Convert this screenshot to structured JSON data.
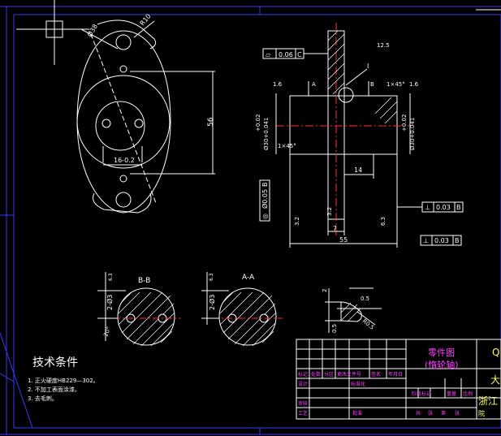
{
  "colors": {
    "background": "#000000",
    "border": "#3a3aff",
    "geometry": "#ffffff",
    "dimension": "#ffffff",
    "title_magenta": "#ff40ff",
    "title_yellow": "#ffff60",
    "centerline": "#ff3030"
  },
  "front_view": {
    "radius_label": "R10",
    "diameter_label": "Ø38",
    "height_dim": "56",
    "slot_dim": "16-0.2"
  },
  "side_view": {
    "flatness_box": [
      "▱",
      "0.06",
      "C"
    ],
    "roughness_top": "12.5",
    "roughness_left": "1.6",
    "roughness_right": "1.6",
    "section_letter_a": "A",
    "section_letter_b": "B",
    "detail_label": "I",
    "chamfer_right": "1×45°",
    "chamfer_left": "1×45°",
    "dia_left_tol": "+0.02",
    "dia_left": "Ø30+0.041",
    "dia_right_tol": "+0.02",
    "dia_right": "Ø30+0.041",
    "dim_14": "14",
    "dim_7": "7",
    "dim_55": "55",
    "coaxial_box": [
      "◎",
      "Ø0.05",
      "B"
    ],
    "perp_box_1": [
      "⊥",
      "0.03",
      "B"
    ],
    "perp_box_2": [
      "⊥",
      "0.03",
      "B"
    ],
    "roughness_6_3": "6.3",
    "roughness_3_2": "3.2",
    "roughness_3_2b": "3.2"
  },
  "sections": {
    "bb_label": "B-B",
    "aa_label": "A-A",
    "bb_hole_dim": "2-Ø3",
    "aa_hole_dim": "2-Ø3",
    "bb_angle": "20°",
    "roughness_bb": "6.3",
    "roughness_aa": "6.3"
  },
  "detail_view": {
    "dim_2": "2",
    "dim_0_5a": "0.5",
    "dim_0_5b": "0.5",
    "dim_r": "R0.5"
  },
  "tech_notes": {
    "title": "技术条件",
    "items": [
      "1. 正火硬度HB229—302。",
      "2. 不加工表面涂漆。",
      "3. 去毛刺。"
    ]
  },
  "title_block": {
    "part_label": "零件图",
    "part_name": "(惰轮轴)",
    "right_top": "Q",
    "right_mid": "大",
    "school": "浙江",
    "school2": "院",
    "row_labels": [
      "标记",
      "处数",
      "分区",
      "更改文件号",
      "签名",
      "年月日"
    ],
    "row2": [
      "设计",
      "标准化"
    ],
    "row3": [
      "阶段标记",
      "重量",
      "比例"
    ],
    "row4": [
      "审核"
    ],
    "row5": [
      "工艺",
      "批准"
    ],
    "row6": [
      "共",
      "张",
      "第",
      "张"
    ]
  }
}
